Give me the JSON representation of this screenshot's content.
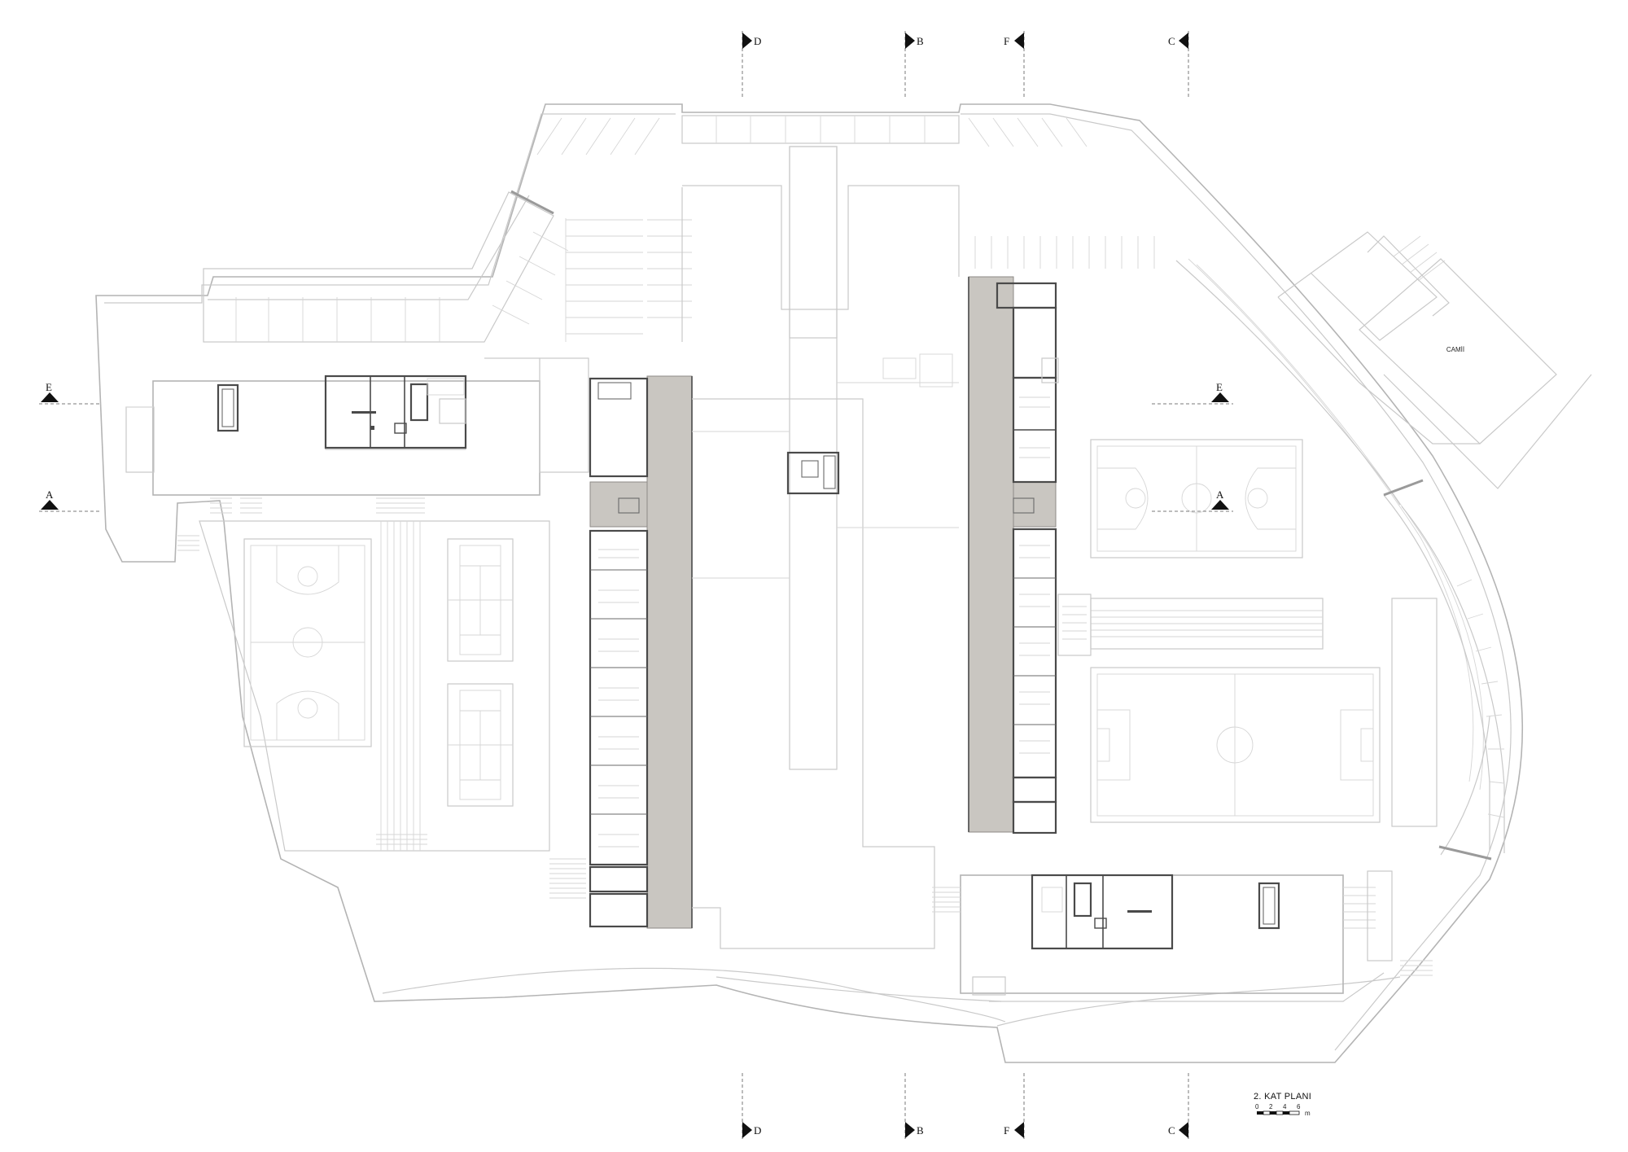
{
  "plan": {
    "title": "2. KAT PLANI",
    "scale_ticks": [
      "0",
      "2",
      "4",
      "6"
    ],
    "scale_unit": "m",
    "building_label": "CAMİİ"
  },
  "section_markers": {
    "top": [
      "D",
      "B",
      "F",
      "C"
    ],
    "bottom": [
      "D",
      "B",
      "F",
      "C"
    ],
    "left": [
      "E",
      "A"
    ],
    "right": [
      "E",
      "A"
    ]
  }
}
